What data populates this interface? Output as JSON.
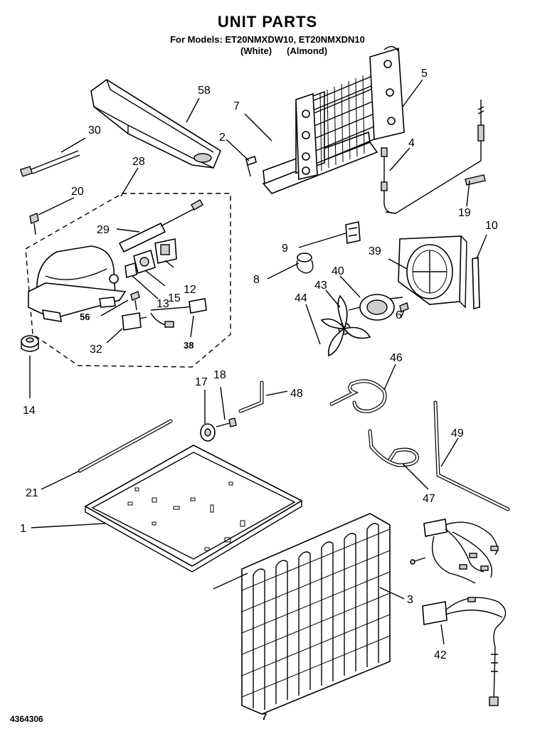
{
  "header": {
    "title": "UNIT PARTS",
    "models": "For Models: ET20NMXDW10, ET20NMXDN10",
    "variant_white": "(White)",
    "variant_almond": "(Almond)"
  },
  "footer": {
    "doc_number": "4364306",
    "page_number": "7"
  },
  "callouts": [
    {
      "id": "c58",
      "label": "58"
    },
    {
      "id": "c30",
      "label": "30"
    },
    {
      "id": "c7",
      "label": "7"
    },
    {
      "id": "c5",
      "label": "5"
    },
    {
      "id": "c2",
      "label": "2"
    },
    {
      "id": "c4",
      "label": "4"
    },
    {
      "id": "c28",
      "label": "28"
    },
    {
      "id": "c20",
      "label": "20"
    },
    {
      "id": "c19",
      "label": "19"
    },
    {
      "id": "c10",
      "label": "10"
    },
    {
      "id": "c29",
      "label": "29"
    },
    {
      "id": "c9",
      "label": "9"
    },
    {
      "id": "c39",
      "label": "39"
    },
    {
      "id": "c12",
      "label": "12"
    },
    {
      "id": "c8",
      "label": "8"
    },
    {
      "id": "c40",
      "label": "40"
    },
    {
      "id": "c43",
      "label": "43"
    },
    {
      "id": "c44",
      "label": "44"
    },
    {
      "id": "c15",
      "label": "15"
    },
    {
      "id": "c13",
      "label": "13"
    },
    {
      "id": "c6",
      "label": "6"
    },
    {
      "id": "c56",
      "label": "56"
    },
    {
      "id": "c32",
      "label": "32"
    },
    {
      "id": "c38",
      "label": "38"
    },
    {
      "id": "c14",
      "label": "14"
    },
    {
      "id": "c46",
      "label": "46"
    },
    {
      "id": "c17",
      "label": "17"
    },
    {
      "id": "c18",
      "label": "18"
    },
    {
      "id": "c48",
      "label": "48"
    },
    {
      "id": "c49",
      "label": "49"
    },
    {
      "id": "c21",
      "label": "21"
    },
    {
      "id": "c47",
      "label": "47"
    },
    {
      "id": "c1",
      "label": "1"
    },
    {
      "id": "c3",
      "label": "3"
    },
    {
      "id": "c42",
      "label": "42"
    }
  ]
}
